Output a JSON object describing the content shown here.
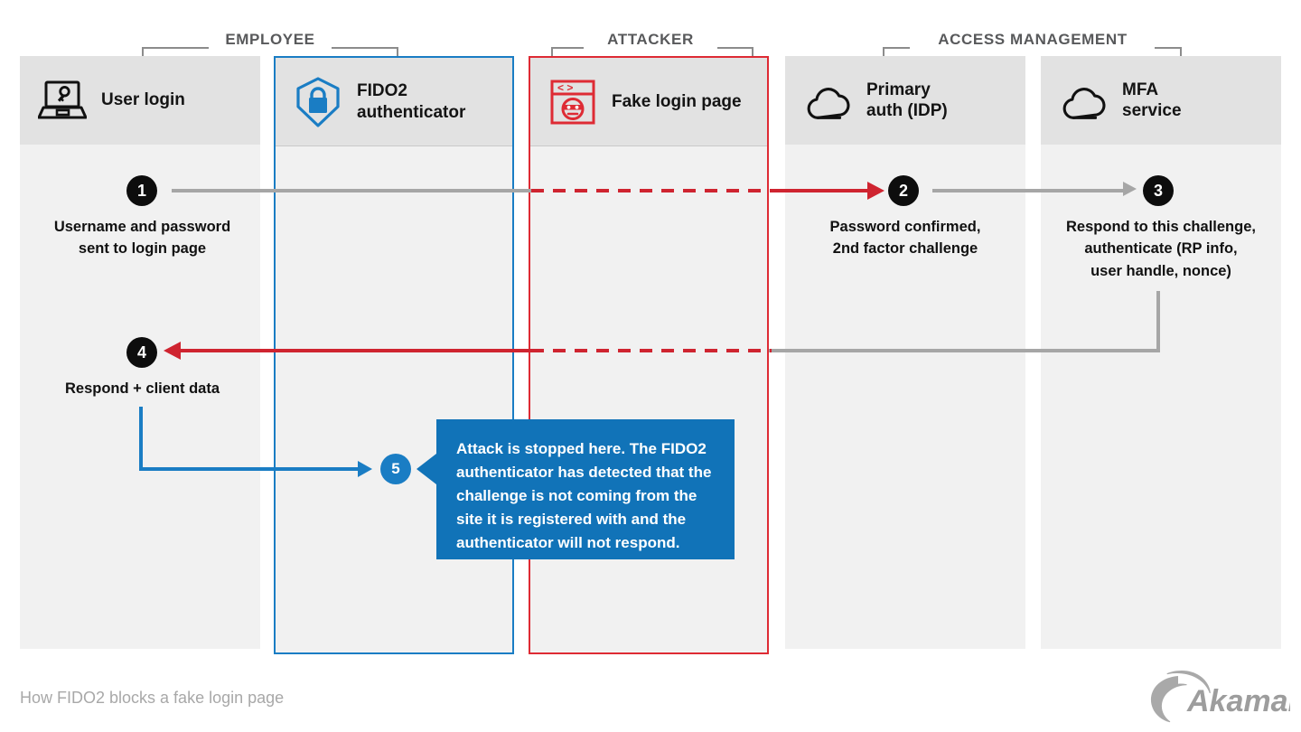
{
  "diagram": {
    "footer_caption": "How FIDO2 blocks a fake login page",
    "brand": "Akamai",
    "colors": {
      "blue": "#1a7dc4",
      "red": "#de2b34",
      "line_gray": "#a6a6a6",
      "badge_dark": "#0d0d0d",
      "callout_blue": "#1173b8",
      "column_bg": "#f1f1f1",
      "header_bg": "#e2e2e2"
    },
    "groups": [
      {
        "label": "EMPLOYEE"
      },
      {
        "label": "ATTACKER"
      },
      {
        "label": "ACCESS MANAGEMENT"
      }
    ],
    "columns": [
      {
        "title": "User login",
        "icon": "laptop-key-icon",
        "accent": "none"
      },
      {
        "title": "FIDO2\nauthenticator",
        "icon": "shield-lock-icon",
        "accent": "blue"
      },
      {
        "title": "Fake login page",
        "icon": "browser-mask-icon",
        "accent": "red"
      },
      {
        "title": "Primary\nauth (IDP)",
        "icon": "cloud-icon",
        "accent": "none"
      },
      {
        "title": "MFA\nservice",
        "icon": "cloud-icon",
        "accent": "none"
      }
    ],
    "steps": [
      {
        "number": "1",
        "caption": "Username and password\nsent to login page"
      },
      {
        "number": "2",
        "caption": "Password confirmed,\n2nd factor challenge"
      },
      {
        "number": "3",
        "caption": "Respond to this challenge,\nauthenticate (RP info,\nuser handle, nonce)"
      },
      {
        "number": "4",
        "caption": "Respond + client data"
      },
      {
        "number": "5",
        "caption": ""
      }
    ],
    "callout": {
      "text": "Attack is stopped here. The FIDO2 authenticator has detected that the challenge is not coming from the site it is registered with and the authenticator will not respond."
    }
  }
}
